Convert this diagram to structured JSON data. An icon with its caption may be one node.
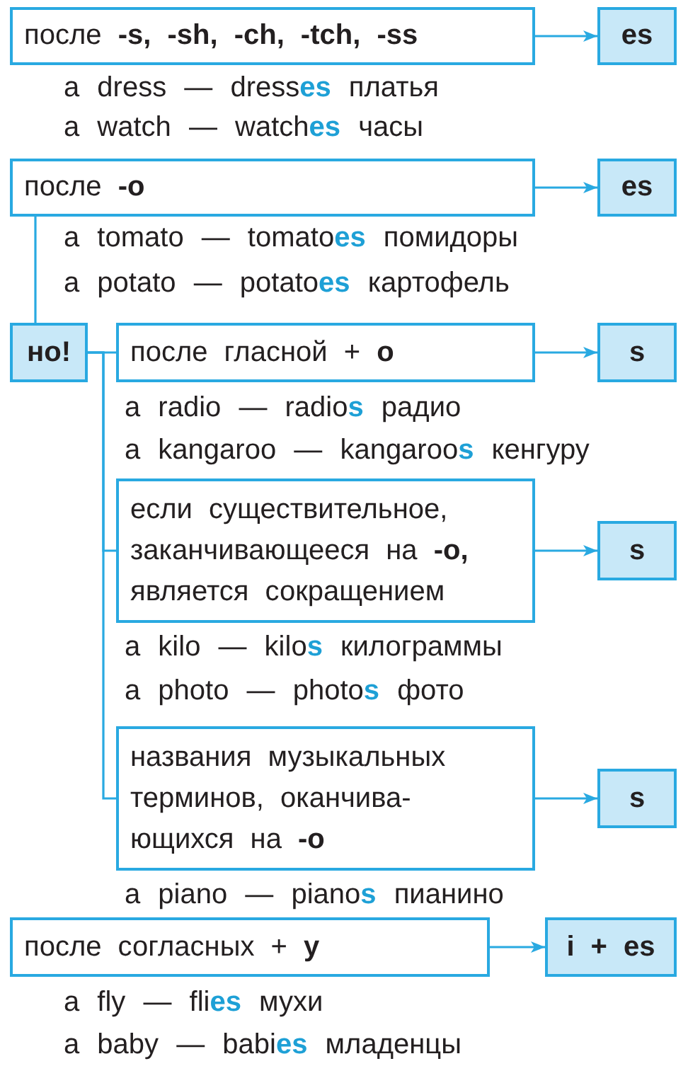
{
  "diagram": {
    "nodes": [
      {
        "text": [
          "после **-s, -sh, -ch, -tch, -ss**"
        ],
        "beside": [
          "a dress — dress**es** платья",
          "a watch — watch**es** часы"
        ]
      },
      {
        "text": [
          "es"
        ]
      },
      {
        "text": [
          "после **-o**"
        ],
        "beside": [
          "a tomato — tomato**es** помидоры",
          "a potato — potato**es** картофель"
        ]
      },
      {
        "text": [
          "es"
        ]
      },
      {
        "text": [
          "но!"
        ]
      },
      {
        "text": [
          "после гласной + **o**"
        ],
        "beside": [
          "a radio — radio**s** радио",
          "a kangaroo — kangaroo**s** кенгуру"
        ]
      },
      {
        "text": [
          "s"
        ]
      },
      {
        "text": [
          "если существительное, заканчивающееся на **-o,** является сокращением"
        ],
        "beside": [
          "a kilo — kilo**s** килограммы",
          "a photo — photo**s** фото"
        ]
      },
      {
        "text": [
          "s"
        ]
      },
      {
        "text": [
          "названия музыкальных терминов, оканчива- ющихся на **-o**"
        ],
        "beside": [
          "a piano — piano**s** пианино"
        ]
      },
      {
        "text": [
          "s"
        ]
      },
      {
        "text": [
          "после согласных + **y**"
        ],
        "beside": [
          "a fly — fli**es** мухи",
          "a baby — babi**es** младенцы"
        ]
      },
      {
        "text": [
          "i + es"
        ]
      }
    ],
    "edges": [
      {
        "from": 0,
        "to": 1,
        "arrow": "to"
      },
      {
        "from": 2,
        "to": 3,
        "arrow": "to"
      },
      {
        "from": 2,
        "to": 4,
        "arrow": "none"
      },
      {
        "from": 4,
        "to": 5,
        "arrow": "none"
      },
      {
        "from": 5,
        "to": 6,
        "arrow": "to"
      },
      {
        "from": 4,
        "to": 7,
        "arrow": "none"
      },
      {
        "from": 7,
        "to": 8,
        "arrow": "to"
      },
      {
        "from": 4,
        "to": 9,
        "arrow": "none"
      },
      {
        "from": 9,
        "to": 10,
        "arrow": "to"
      },
      {
        "from": 11,
        "to": 12,
        "arrow": "to"
      }
    ]
  }
}
